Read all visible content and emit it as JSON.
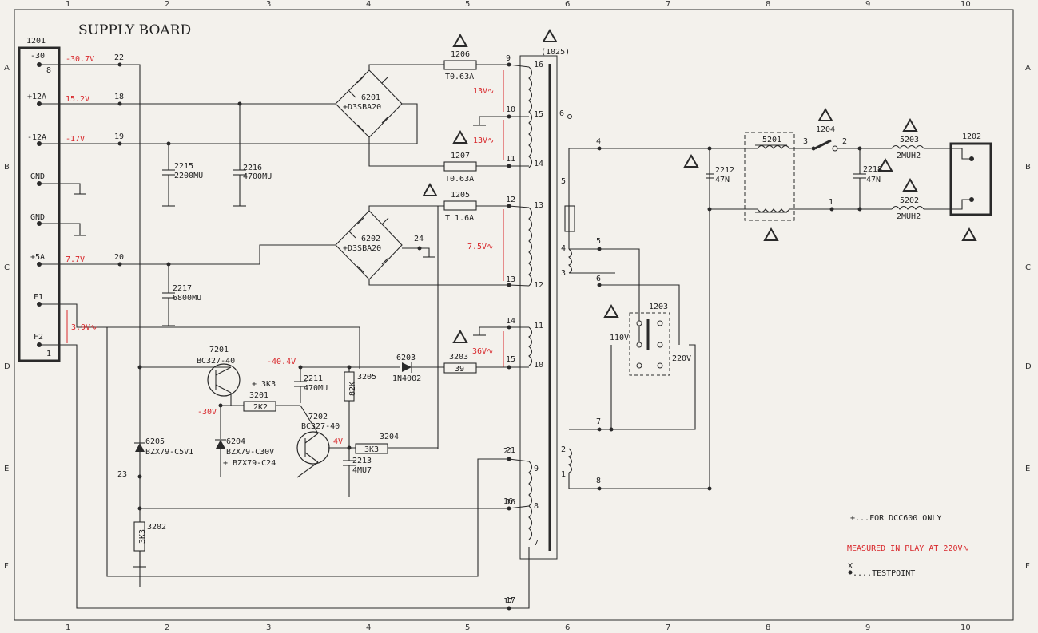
{
  "title": "SUPPLY BOARD",
  "grid": {
    "cols": [
      "1",
      "2",
      "3",
      "4",
      "5",
      "6",
      "7",
      "8",
      "9",
      "10"
    ],
    "rows": [
      "A",
      "B",
      "C",
      "D",
      "E",
      "F"
    ]
  },
  "connector_1201": {
    "ref": "1201",
    "pins": [
      "-30",
      "+12A",
      "-12A",
      "GND",
      "GND",
      "+5A",
      "F1",
      "F2"
    ],
    "pin_num_top": "8",
    "pin_num_bottom": "1"
  },
  "nodes": [
    "22",
    "18",
    "19",
    "20",
    "23",
    "24",
    "21",
    "16",
    "17"
  ],
  "voltages": {
    "v_m30": "-30.7V",
    "v_12a": "15.2V",
    "v_m12a": "-17V",
    "v_5a": "7.7V",
    "v_f": "3.9V∿",
    "v_13a": "13V∿",
    "v_13b": "13V∿",
    "v_75": "7.5V∿",
    "v_36": "36V∿",
    "v_m404": "-40.4V",
    "v_m30b": "-30V",
    "v_4": "4V"
  },
  "components": {
    "c2215": [
      "2215",
      "2200MU"
    ],
    "c2216": [
      "2216",
      "4700MU"
    ],
    "c2217": [
      "2217",
      "6800MU"
    ],
    "c2211": [
      "2211",
      "470MU"
    ],
    "c2213": [
      "2213",
      "4MU7"
    ],
    "c2212": [
      "2212",
      "47N"
    ],
    "c2218": [
      "2218",
      "47N"
    ],
    "br6201": [
      "6201",
      "+D3SBA20"
    ],
    "br6202": [
      "6202",
      "+D3SBA20"
    ],
    "f1206": [
      "1206",
      "T0.63A"
    ],
    "f1207": [
      "1207",
      "T0.63A"
    ],
    "f1205": [
      "1205",
      "T 1.6A"
    ],
    "r3203": [
      "3203",
      "39"
    ],
    "r3205": [
      "3205",
      "82K"
    ],
    "r3201": [
      "3201",
      "2K2",
      "+ 3K3"
    ],
    "r3204": [
      "3204",
      "3K3"
    ],
    "r3202": [
      "3202",
      "3K3"
    ],
    "d6203": [
      "6203",
      "1N4002"
    ],
    "d6205": [
      "6205",
      "BZX79-C5V1"
    ],
    "d6204": [
      "6204",
      "BZX79-C30V",
      "+ BZX79-C24"
    ],
    "t7201": [
      "7201",
      "BC327-40"
    ],
    "t7202": [
      "7202",
      "BC327-40"
    ],
    "l5201": "5201",
    "l5203": [
      "5203",
      "2MUH2"
    ],
    "l5202": [
      "5202",
      "2MUH2"
    ],
    "sw1204": "1204",
    "sel1203": [
      "1203",
      "110V",
      "220V"
    ],
    "conn1202": "1202",
    "xfmr": "(1025)"
  },
  "xfmr_pins_left": [
    "9",
    "10",
    "11",
    "12",
    "13",
    "14",
    "15",
    "21",
    "16",
    "17"
  ],
  "xfmr_pins_right": [
    "16",
    "15",
    "14",
    "13",
    "12",
    "11",
    "10",
    "9",
    "8",
    "7"
  ],
  "xfmr_pins_primary": [
    "6",
    "5",
    "4",
    "3",
    "2",
    "1"
  ],
  "primary_nodes": [
    "4",
    "5",
    "6",
    "7",
    "8"
  ],
  "mains_nodes": [
    "3",
    "2",
    "1"
  ],
  "legend": {
    "note1": "+...FOR DCC600 ONLY",
    "note2": "MEASURED IN PLAY AT 220V∿",
    "note3_mark": "X",
    "note3": "....TESTPOINT"
  },
  "colors": {
    "ink": "#2a2a2a",
    "red": "#d8262a",
    "paper": "#f3f1ec"
  }
}
